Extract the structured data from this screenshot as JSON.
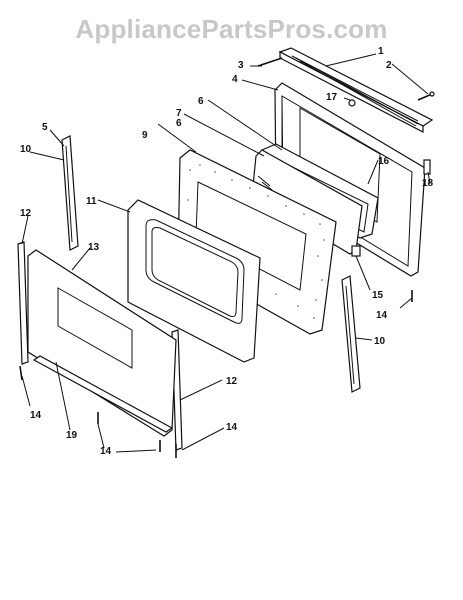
{
  "watermark": "AppliancePartsPros.com",
  "callouts": {
    "c1": "1",
    "c2": "2",
    "c3": "3",
    "c4": "4",
    "c5": "5",
    "c6a": "6",
    "c6b": "6",
    "c7": "7",
    "c9": "9",
    "c10a": "10",
    "c10b": "10",
    "c11": "11",
    "c12a": "12",
    "c12b": "12",
    "c13": "13",
    "c14a": "14",
    "c14b": "14",
    "c14c": "14",
    "c14d": "14",
    "c15": "15",
    "c16": "16",
    "c17": "17",
    "c18": "18",
    "c19": "19"
  }
}
